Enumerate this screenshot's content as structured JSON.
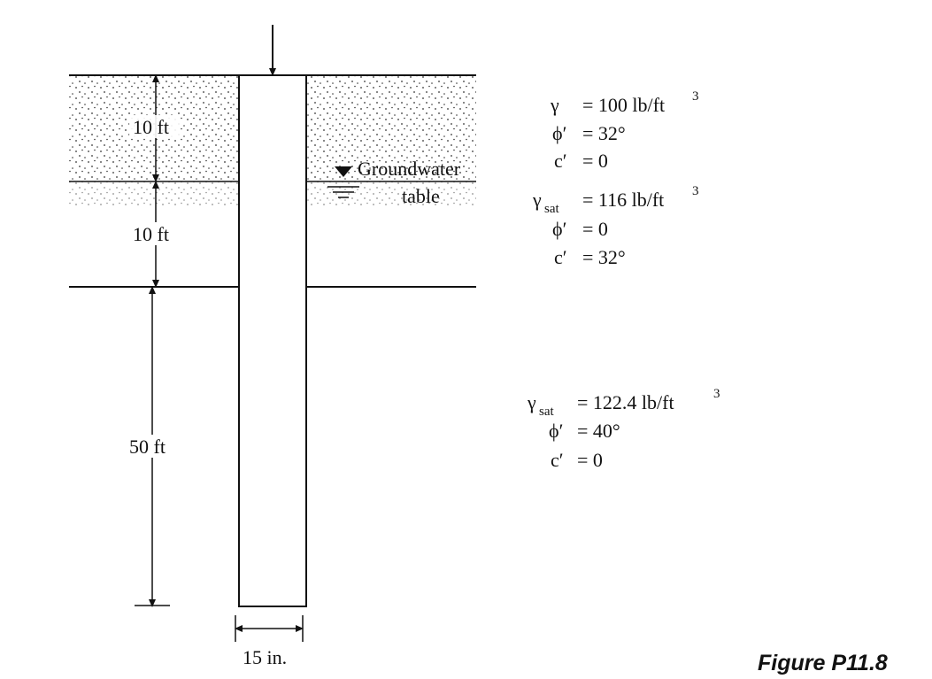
{
  "figure_label": "Figure P11.8",
  "dimensions": {
    "top_layer": "10 ft",
    "middle_layer": "10 ft",
    "bottom_layer": "50 ft",
    "pile_width": "15 in."
  },
  "groundwater": {
    "line1": "Groundwater",
    "line2": "table"
  },
  "layer1": {
    "gamma_sym": "γ",
    "gamma_val": "= 100 lb/ft",
    "gamma_exp": "3",
    "phi_sym": "ϕ′",
    "phi_val": "= 32°",
    "c_sym": "c′",
    "c_val": "= 0"
  },
  "layer2": {
    "gamma_sym": "γ",
    "gamma_sub": "sat",
    "gamma_val": "= 116 lb/ft",
    "gamma_exp": "3",
    "phi_sym": "ϕ′",
    "phi_val": "= 0",
    "c_sym": "c′",
    "c_val": "= 32°"
  },
  "layer3": {
    "gamma_sym": "γ",
    "gamma_sub": "sat",
    "gamma_val": "= 122.4 lb/ft",
    "gamma_exp": "3",
    "phi_sym": "ϕ′",
    "phi_val": "= 40°",
    "c_sym": "c′",
    "c_val": "= 0"
  }
}
